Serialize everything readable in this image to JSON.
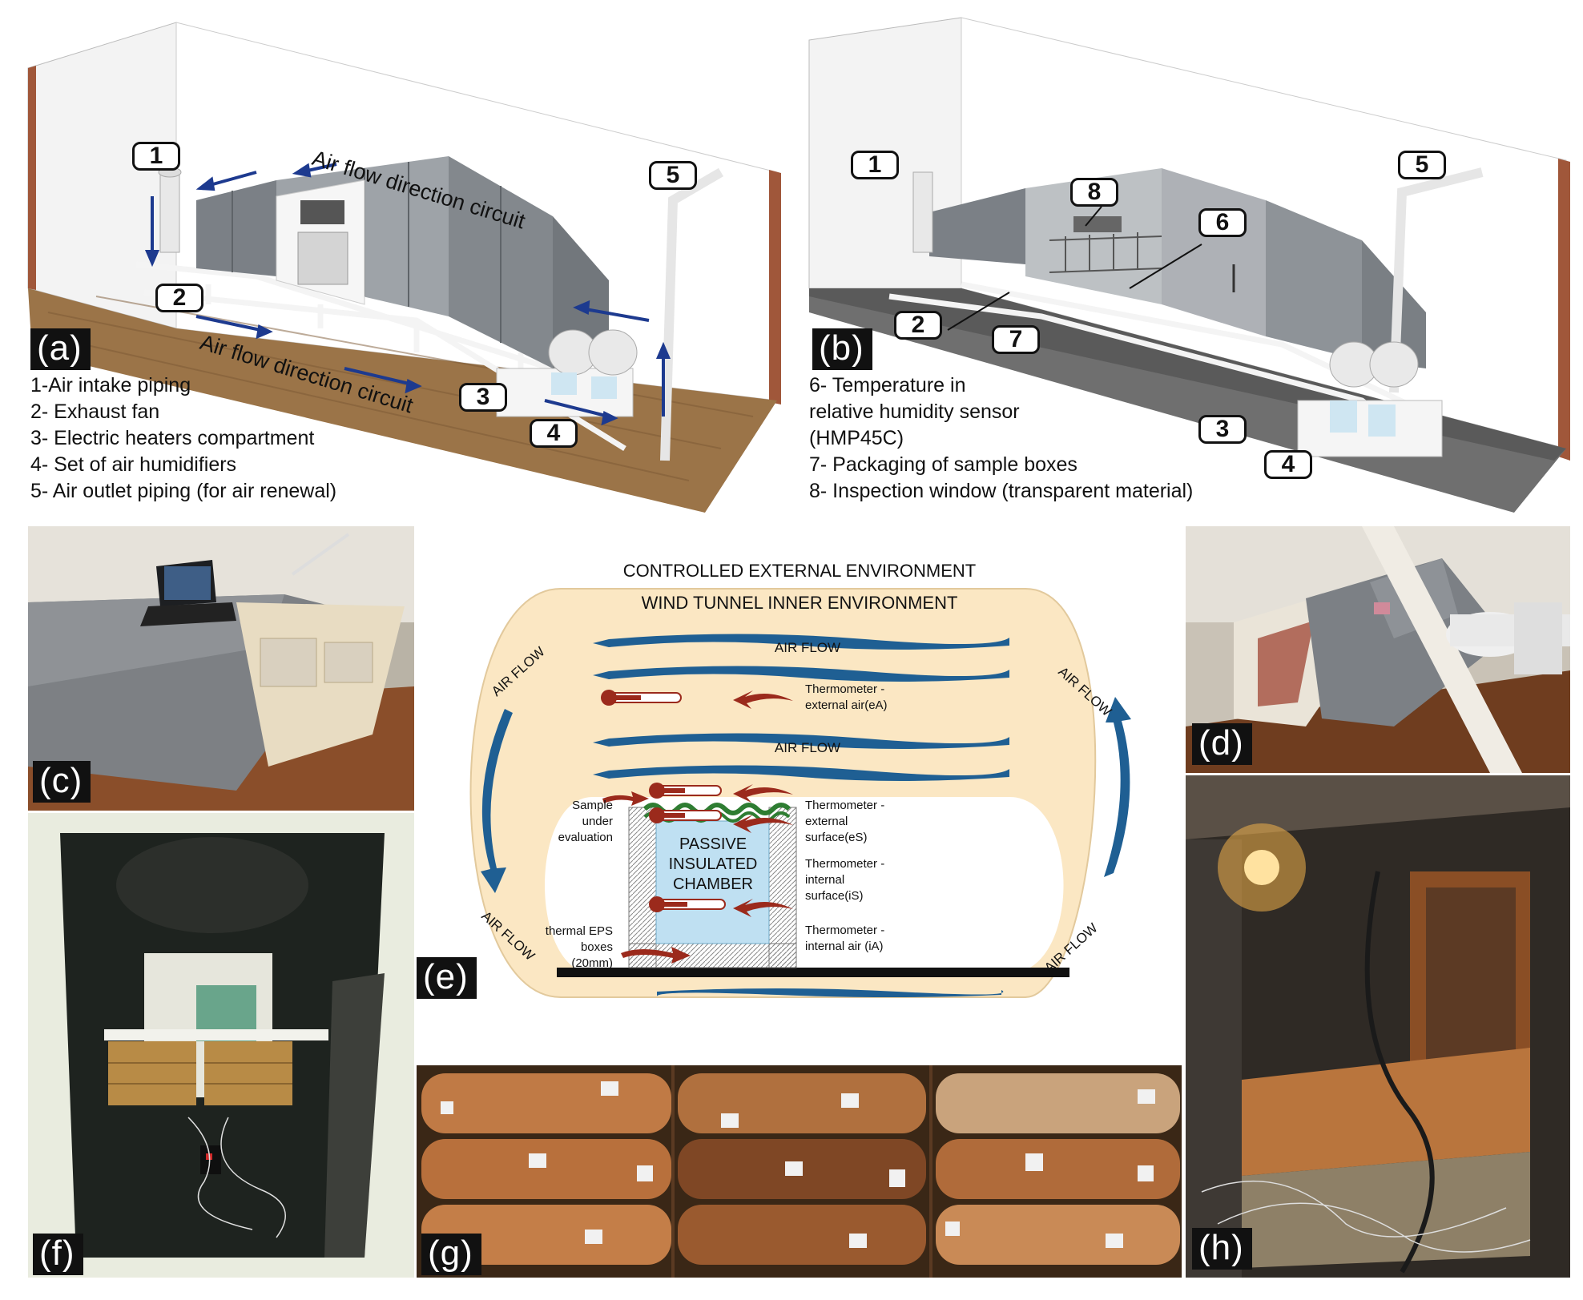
{
  "panel_a": {
    "label": "(a)",
    "callouts": [
      "1",
      "2",
      "3",
      "4",
      "5"
    ],
    "flow_top": "Air flow direction circuit",
    "flow_bottom": "Air flow direction circuit",
    "legend": [
      "1-Air intake piping",
      "2- Exhaust fan",
      "3- Electric heaters compartment",
      "4- Set of air humidifiers",
      "5- Air outlet piping (for air renewal)"
    ]
  },
  "panel_b": {
    "label": "(b)",
    "callouts": [
      "1",
      "2",
      "3",
      "4",
      "5",
      "6",
      "7",
      "8"
    ],
    "legend": [
      "6- Temperature in",
      "relative humidity sensor",
      "(HMP45C)",
      "7- Packaging of sample boxes",
      "8- Inspection window (transparent material)"
    ]
  },
  "panel_c": {
    "label": "(c)"
  },
  "panel_d": {
    "label": "(d)"
  },
  "panel_e": {
    "label": "(e)",
    "outer_title": "CONTROLLED EXTERNAL ENVIRONMENT",
    "inner_title": "WIND TUNNEL INNER ENVIRONMENT",
    "air_flow": "AIR FLOW",
    "chamber": [
      "PASSIVE",
      "INSULATED",
      "CHAMBER"
    ],
    "sample": [
      "Sample",
      "under",
      "evaluation"
    ],
    "eps": [
      "thermal  EPS",
      "boxes",
      "(20mm)"
    ],
    "thermo_eA": [
      "Thermometer -",
      "external air(eA)"
    ],
    "thermo_eS": [
      "Thermometer -",
      "external",
      "surface(eS)"
    ],
    "thermo_iS": [
      "Thermometer -",
      "internal",
      "surface(iS)"
    ],
    "thermo_iA": [
      "Thermometer -",
      "internal air (iA)"
    ]
  },
  "panel_f": {
    "label": "(f)"
  },
  "panel_g": {
    "label": "(g)"
  },
  "panel_h": {
    "label": "(h)"
  },
  "colors": {
    "flow_blue": "#1f5f93",
    "arrow_red": "#9b2a1c",
    "sand": "#fbe7c3",
    "duct_gray": "#8a8f94",
    "wood": "#8a5a34"
  }
}
